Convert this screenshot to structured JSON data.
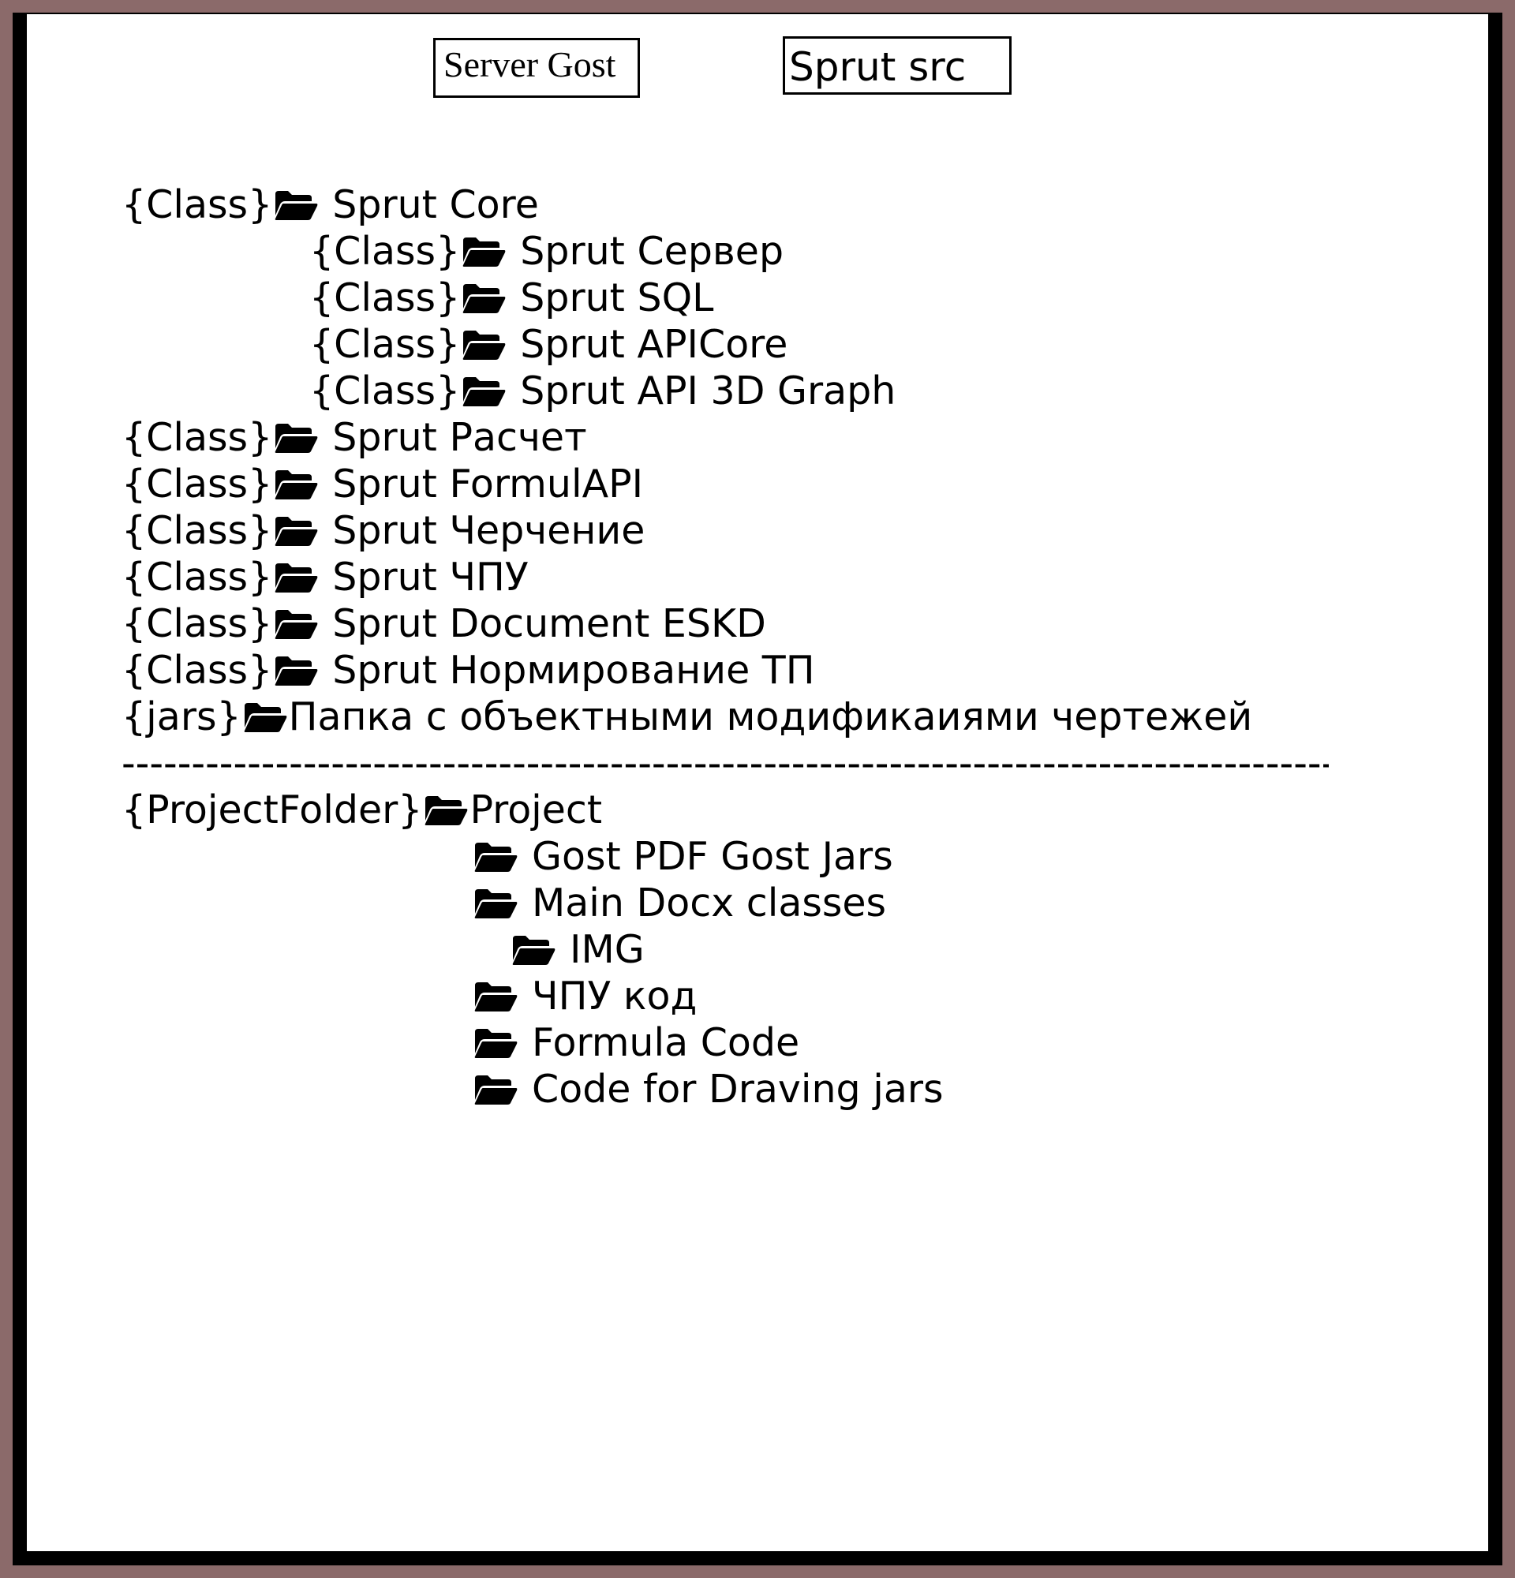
{
  "tabs": {
    "server_gost": "Server Gost",
    "sprut_src": "Sprut src"
  },
  "tree": {
    "items": [
      {
        "tag": "{Class}",
        "label": "Sprut Core",
        "indent": 0
      },
      {
        "tag": "{Class}",
        "label": "Sprut Сервер",
        "indent": 1
      },
      {
        "tag": "{Class}",
        "label": "Sprut SQL",
        "indent": 1
      },
      {
        "tag": "{Class}",
        "label": "Sprut APICore",
        "indent": 1
      },
      {
        "tag": "{Class}",
        "label": "Sprut API 3D Graph",
        "indent": 1
      },
      {
        "tag": "{Class}",
        "label": "Sprut Расчет",
        "indent": 0
      },
      {
        "tag": "{Class}",
        "label": "Sprut FormulAPI",
        "indent": 0
      },
      {
        "tag": "{Class}",
        "label": "Sprut Черчение",
        "indent": 0
      },
      {
        "tag": "{Class}",
        "label": "Sprut ЧПУ",
        "indent": 0
      },
      {
        "tag": "{Class}",
        "label": "Sprut Document ESKD",
        "indent": 0
      },
      {
        "tag": "{Class}",
        "label": "Sprut Нормирование ТП",
        "indent": 0
      },
      {
        "tag": "{jars}",
        "label": "Папка с объектными модификаиями чертежей",
        "indent": 0
      }
    ],
    "divider": "------------------------------------------------------------------------------------------------------------------------------"
  },
  "project": {
    "tag": "{ProjectFolder}",
    "label": "Project",
    "children": [
      {
        "label": "Gost PDF Gost Jars",
        "level": 1
      },
      {
        "label": "Main Docx classes",
        "level": 1
      },
      {
        "label": "IMG",
        "level": 2
      },
      {
        "label": "ЧПУ код",
        "level": 1
      },
      {
        "label": "Formula Code",
        "level": 1
      },
      {
        "label": "Code for Draving jars",
        "level": 1
      }
    ]
  },
  "icons": {
    "folder": "folder-open-icon"
  },
  "colors": {
    "frame": "#8b6a6a",
    "border": "#000000",
    "background": "#ffffff",
    "text": "#000000"
  }
}
